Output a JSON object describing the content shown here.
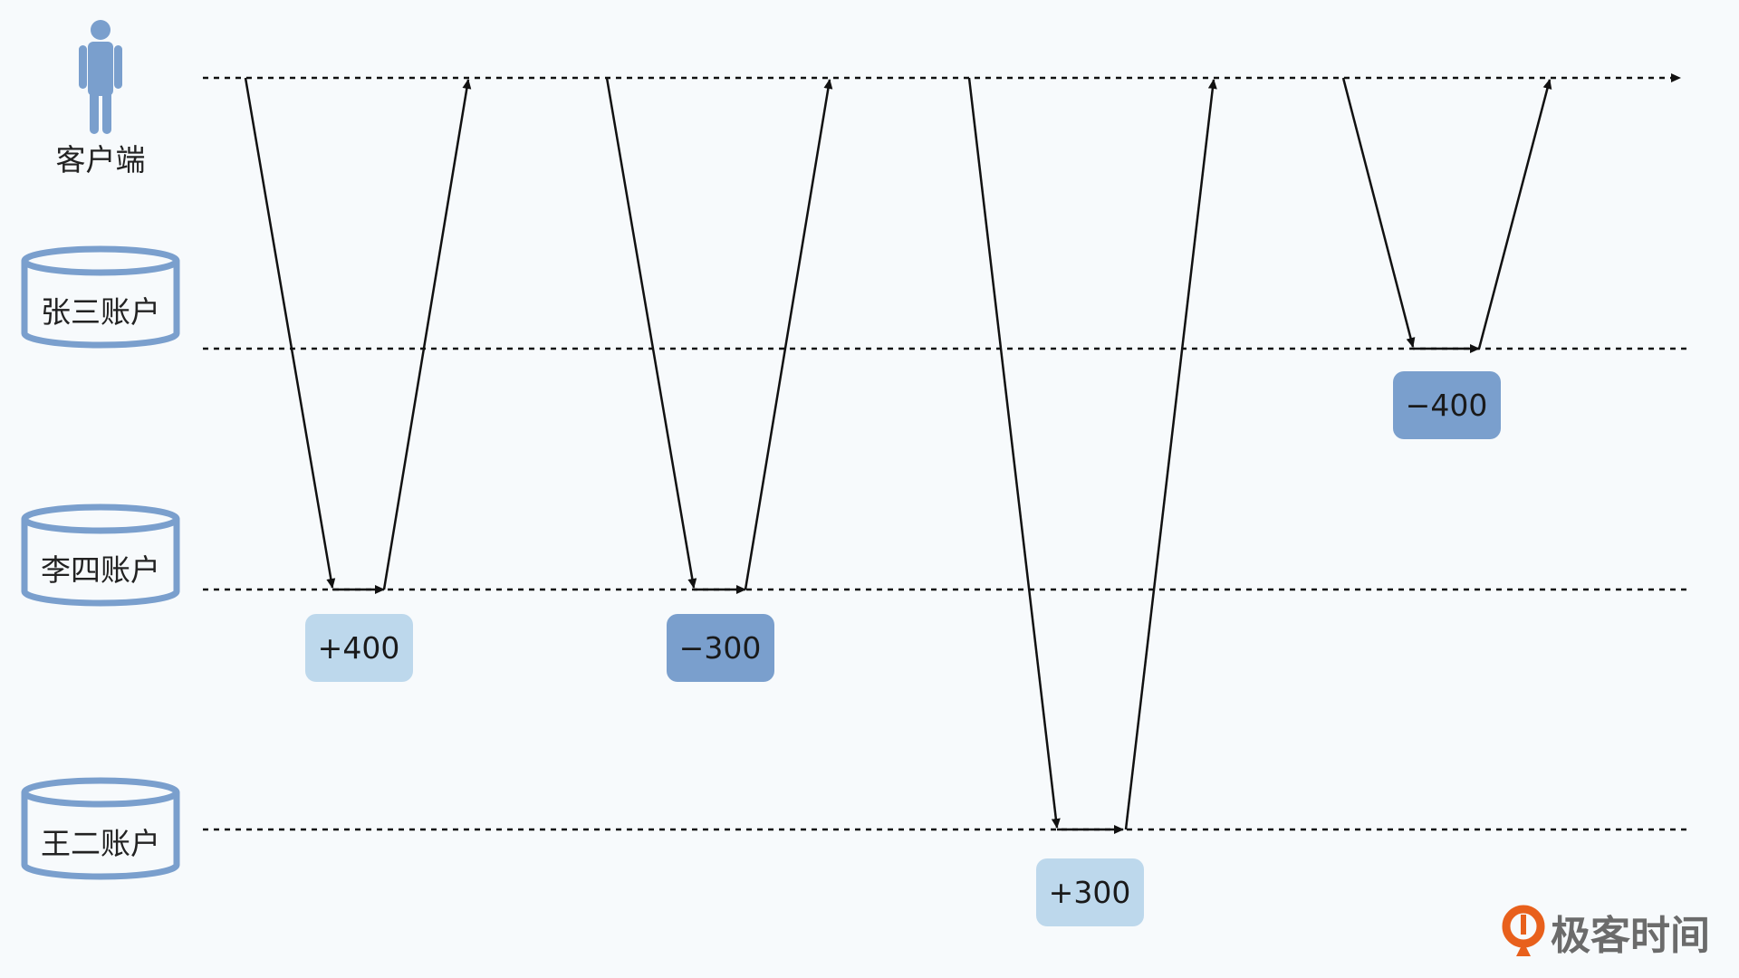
{
  "lanes": {
    "client": "客户端",
    "zhangsan": "张三账户",
    "lisi": "李四账户",
    "wanger": "王二账户"
  },
  "operations": [
    {
      "label": "+400",
      "account": "李四账户",
      "tone": "light"
    },
    {
      "label": "−300",
      "account": "李四账户",
      "tone": "dark"
    },
    {
      "label": "+300",
      "account": "王二账户",
      "tone": "light"
    },
    {
      "label": "−400",
      "account": "张三账户",
      "tone": "dark"
    }
  ],
  "colors": {
    "light_box": "#bdd8ec",
    "dark_box": "#7a9fcd",
    "icon": "#7a9fcd",
    "arrow": "#111111",
    "brand": "#e8601c"
  },
  "brand": {
    "name": "极客时间"
  }
}
